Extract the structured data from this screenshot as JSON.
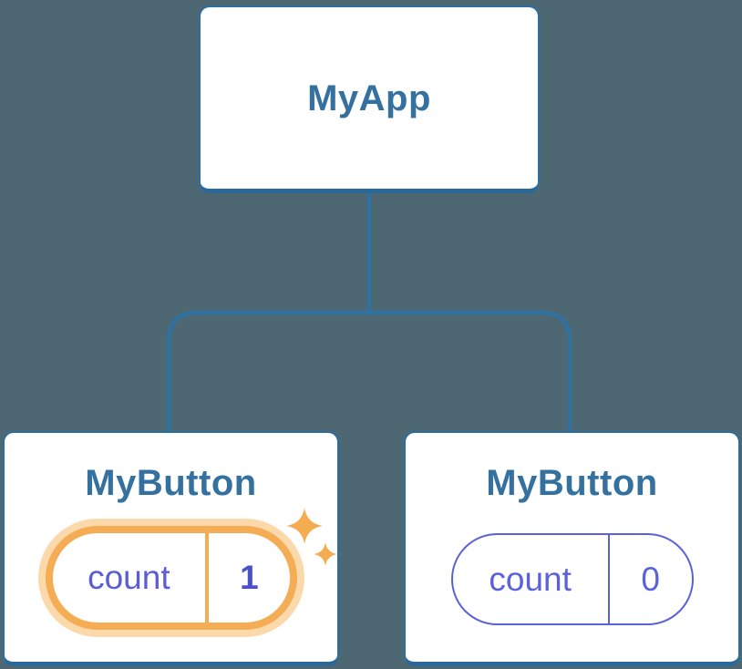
{
  "diagram": {
    "description": "React component tree diagram with state",
    "root": {
      "label": "MyApp"
    },
    "child_left": {
      "label": "MyButton",
      "state_key": "count",
      "state_value": "1",
      "highlighted": true
    },
    "child_right": {
      "label": "MyButton",
      "state_key": "count",
      "state_value": "0",
      "highlighted": false
    }
  },
  "icons": {
    "sparkle_large": "sparkle-icon",
    "sparkle_small": "sparkle-icon"
  },
  "colors": {
    "background": "#4d6873",
    "card_fill": "#ffffff",
    "card_border": "#2e6e9e",
    "card_border_bottom": "#296899",
    "node_text": "#35719e",
    "connector": "#2f72a2",
    "state_key_text": "#5a5dd4",
    "state_value_highlight_text": "#4b50cb",
    "pill_plain_border": "#5b62d9",
    "highlight_ring": "#f4ad55",
    "highlight_glow": "#fbd9ab",
    "sparkle": "#f5ab50"
  }
}
